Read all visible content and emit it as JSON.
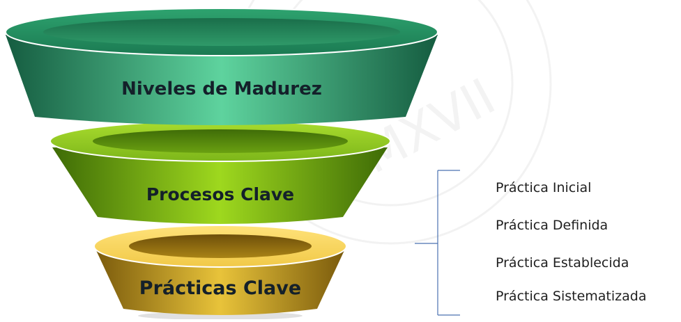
{
  "funnel": {
    "tiers": [
      {
        "label": "Niveles de Madurez",
        "color": "#2e9c6e"
      },
      {
        "label": "Procesos Clave",
        "color": "#7cbf14"
      },
      {
        "label": "Prácticas Clave",
        "color": "#c9a620"
      }
    ]
  },
  "practices": [
    "Práctica Inicial",
    "Práctica Definida",
    "Práctica Establecida",
    "Práctica Sistematizada"
  ],
  "watermark": {
    "text": "MXVII"
  }
}
